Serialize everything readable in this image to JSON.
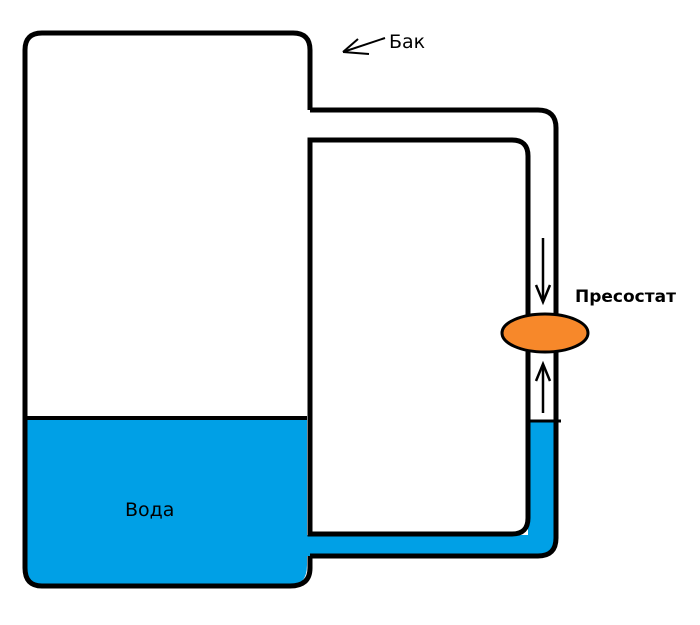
{
  "labels": {
    "tank": "Бак",
    "water": "Вода",
    "pressure_switch": "Пресостат"
  },
  "colors": {
    "water": "#00a0e6",
    "pressure_switch": "#f7882a",
    "outline": "#000000",
    "background": "#ffffff"
  },
  "arrows": {
    "upper": "down",
    "lower": "up"
  }
}
